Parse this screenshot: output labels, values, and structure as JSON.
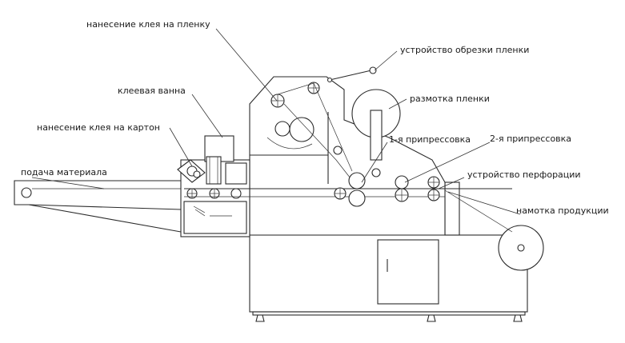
{
  "labels": {
    "glue_on_film": "нанесение клея на пленку",
    "film_cutting": "устройство обрезки пленки",
    "glue_bath": "клеевая ванна",
    "film_unwind": "размотка пленки",
    "glue_on_cardboard": "нанесение клея на картон",
    "press_1": "1-я припрессовка",
    "press_2": "2-я припрессовка",
    "material_feed": "подача материала",
    "perforation": "устройство перфорации",
    "product_winding": "намотка продукции"
  },
  "colors": {
    "line": "#2a2a2a",
    "background": "#ffffff",
    "text": "#1a1a1a"
  }
}
